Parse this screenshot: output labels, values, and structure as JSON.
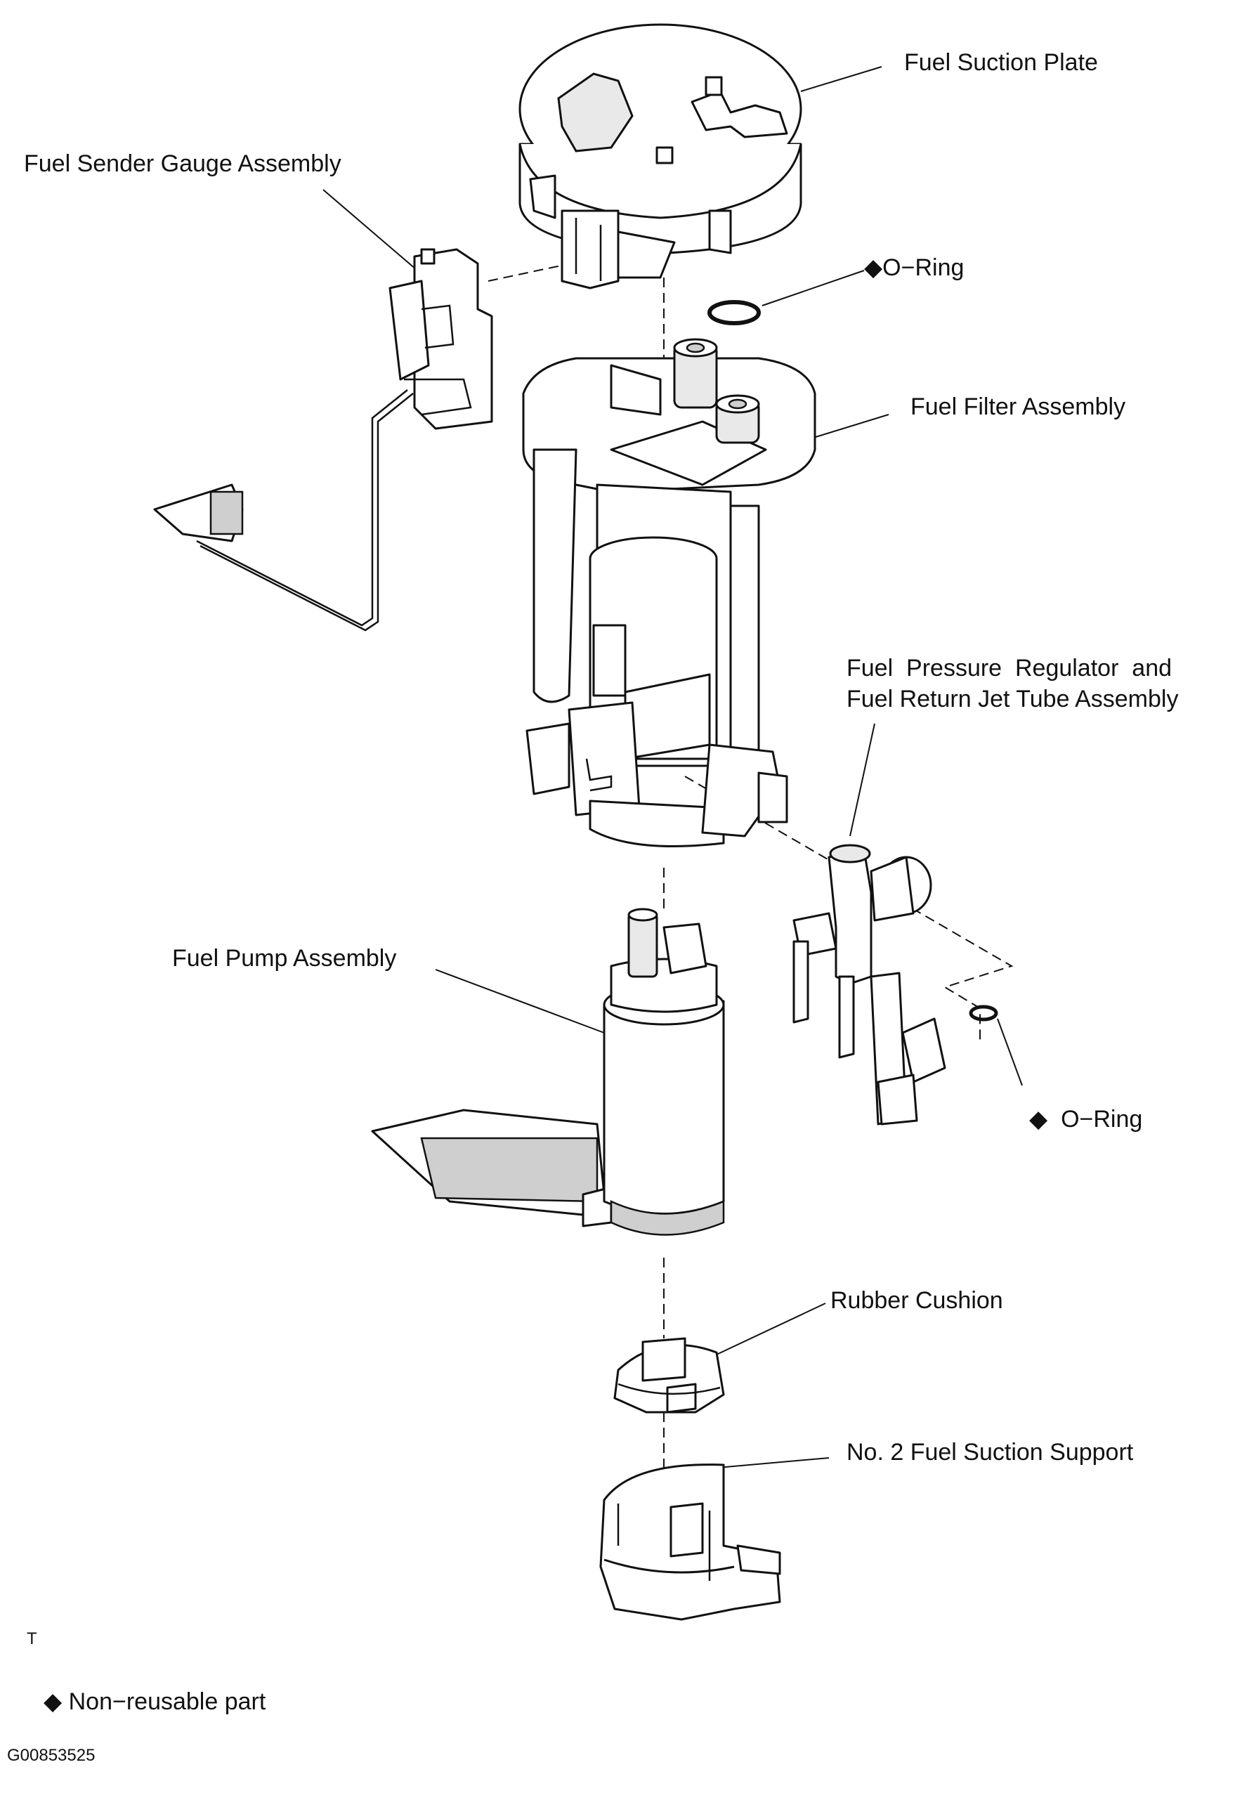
{
  "labels": {
    "fuel_suction_plate": "Fuel Suction Plate",
    "fuel_sender_gauge_assembly": "Fuel Sender Gauge Assembly",
    "o_ring_top": "O−Ring",
    "fuel_filter_assembly": "Fuel Filter Assembly",
    "fuel_pressure_regulator_line1": "Fuel  Pressure  Regulator  and",
    "fuel_pressure_regulator_line2": "Fuel Return Jet Tube Assembly",
    "fuel_pump_assembly": "Fuel Pump Assembly",
    "o_ring_bottom": "O−Ring",
    "rubber_cushion": "Rubber Cushion",
    "no2_fuel_suction_support": "No. 2 Fuel Suction Support"
  },
  "symbols": {
    "non_reusable_marker": "◆"
  },
  "legend": {
    "marker": "◆",
    "text": "Non−reusable part"
  },
  "corner_mark": "T",
  "figure_code": "G00853525"
}
